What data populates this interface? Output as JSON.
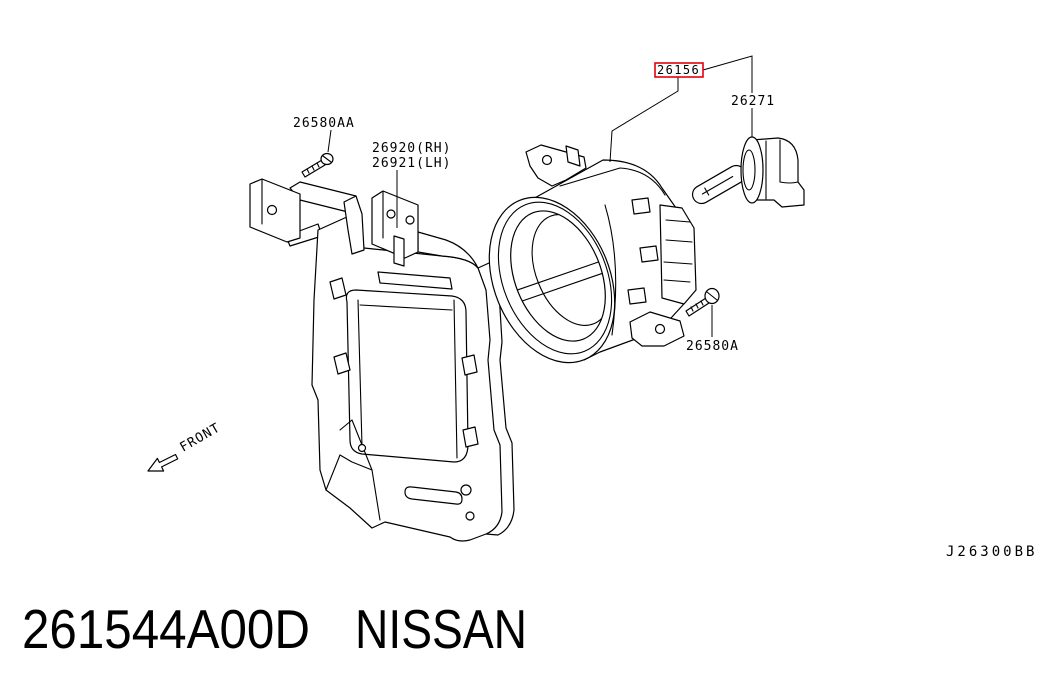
{
  "callouts": {
    "lamp_assembly": "26156",
    "bulb": "26271",
    "bracket_screw": "26580AA",
    "bracket_rh": "26920(RH)",
    "bracket_lh": "26921(LH)",
    "lamp_screw": "26580A"
  },
  "direction_label": "FRONT",
  "diagram_code": "J26300BB",
  "caption": {
    "part_number": "261544A00D",
    "brand": "NISSAN"
  },
  "colors": {
    "highlight": "#e4000f",
    "line_art": "#000000",
    "background": "#ffffff"
  },
  "icons": {
    "direction_arrow": "arrow-down-left-icon"
  }
}
